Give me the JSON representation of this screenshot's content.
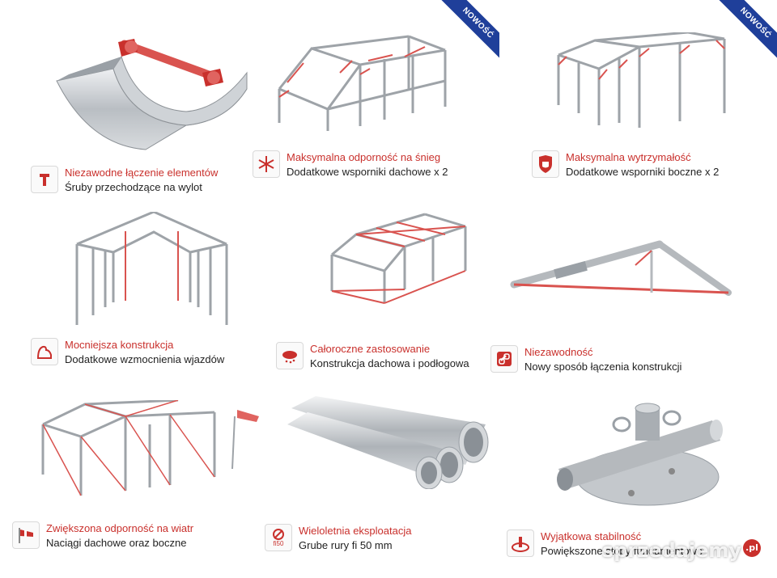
{
  "badge_label": "NOWOŚĆ",
  "watermark": {
    "text": "sprzedajemy",
    "suffix": ".pl"
  },
  "colors": {
    "accent": "#c9302c",
    "badge": "#1f3f9a",
    "frame": "#9ea3a8"
  },
  "features": [
    {
      "icon": "bolt-icon",
      "title": "Niezawodne łączenie elementów",
      "desc": "Śruby przechodzące na wylot"
    },
    {
      "icon": "snowflake-icon",
      "title": "Maksymalna odporność na śnieg",
      "desc": "Dodatkowe wsporniki dachowe x 2"
    },
    {
      "icon": "shield-icon",
      "title": "Maksymalna wytrzymałość",
      "desc": "Dodatkowe wsporniki boczne x 2"
    },
    {
      "icon": "arm-icon",
      "title": "Mocniejsza konstrukcja",
      "desc": "Dodatkowe wzmocnienia wjazdów"
    },
    {
      "icon": "weather-icon",
      "title": "Całoroczne zastosowanie",
      "desc": "Konstrukcja dachowa i podłogowa"
    },
    {
      "icon": "chain-icon",
      "title": "Niezawodność",
      "desc": "Nowy sposób łączenia konstrukcji"
    },
    {
      "icon": "windsock-icon",
      "title": "Zwiększona odporność na wiatr",
      "desc": "Naciągi dachowe oraz boczne"
    },
    {
      "icon": "pipe-icon",
      "title": "Wieloletnia eksploatacja",
      "desc": "Grube rury fi 50 mm",
      "icon_label": "fi50"
    },
    {
      "icon": "foot-icon",
      "title": "Wyjątkowa stabilność",
      "desc": "Powiększone stopy fundamentowe"
    }
  ]
}
